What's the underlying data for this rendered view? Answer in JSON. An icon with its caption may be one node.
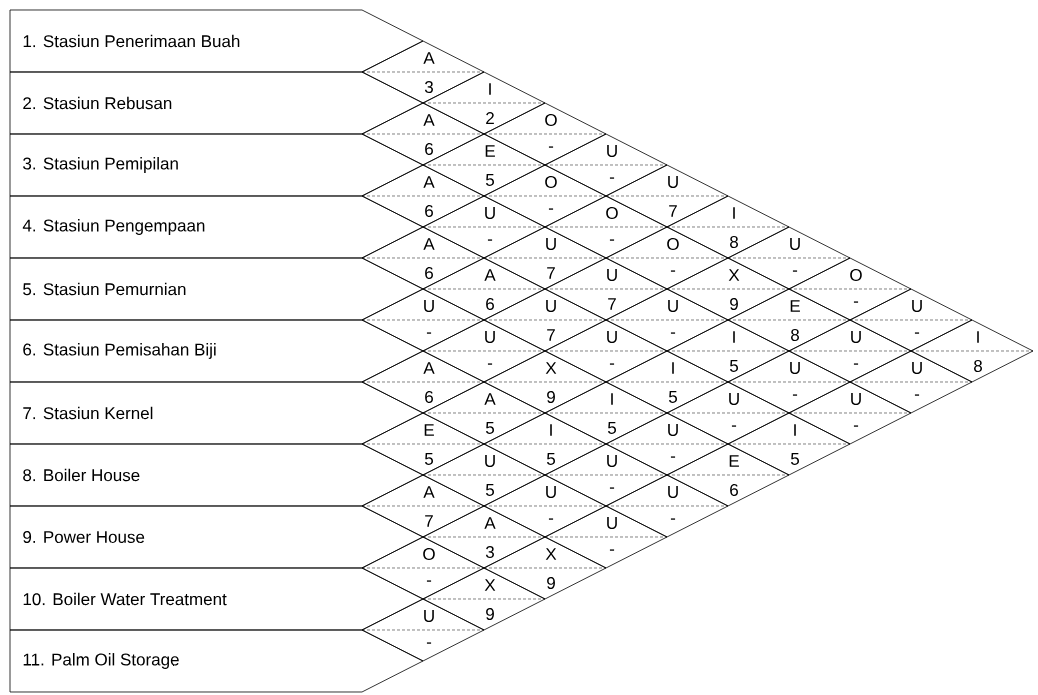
{
  "diagram": {
    "nodes": [
      {
        "text": [
          "1. Stasiun Penerimaan Buah"
        ]
      },
      {
        "text": [
          "2. Stasiun Rebusan"
        ]
      },
      {
        "text": [
          "3. Stasiun Pemipilan"
        ]
      },
      {
        "text": [
          "4. Stasiun Pengempaan"
        ]
      },
      {
        "text": [
          "5. Stasiun Pemurnian"
        ]
      },
      {
        "text": [
          "6. Stasiun Pemisahan Biji"
        ]
      },
      {
        "text": [
          "7. Stasiun Kernel"
        ]
      },
      {
        "text": [
          "8. Boiler House"
        ]
      },
      {
        "text": [
          "9. Power House"
        ]
      },
      {
        "text": [
          "10. Boiler Water Treatment"
        ]
      },
      {
        "text": [
          "11. Palm Oil Storage"
        ]
      },
      {
        "text": [
          "A",
          "3"
        ]
      },
      {
        "text": [
          "I",
          "2"
        ]
      },
      {
        "text": [
          "O",
          "-"
        ]
      },
      {
        "text": [
          "U",
          "-"
        ]
      },
      {
        "text": [
          "U",
          "7"
        ]
      },
      {
        "text": [
          "I",
          "8"
        ]
      },
      {
        "text": [
          "U",
          "-"
        ]
      },
      {
        "text": [
          "O",
          "-"
        ]
      },
      {
        "text": [
          "U",
          "-"
        ]
      },
      {
        "text": [
          "I",
          "8"
        ]
      },
      {
        "text": [
          "A",
          "6"
        ]
      },
      {
        "text": [
          "E",
          "5"
        ]
      },
      {
        "text": [
          "O",
          "-"
        ]
      },
      {
        "text": [
          "O",
          "-"
        ]
      },
      {
        "text": [
          "O",
          "-"
        ]
      },
      {
        "text": [
          "X",
          "9"
        ]
      },
      {
        "text": [
          "E",
          "8"
        ]
      },
      {
        "text": [
          "U",
          "-"
        ]
      },
      {
        "text": [
          "U",
          "-"
        ]
      },
      {
        "text": [
          "A",
          "6"
        ]
      },
      {
        "text": [
          "U",
          "-"
        ]
      },
      {
        "text": [
          "U",
          "7"
        ]
      },
      {
        "text": [
          "U",
          "7"
        ]
      },
      {
        "text": [
          "U",
          "-"
        ]
      },
      {
        "text": [
          "I",
          "5"
        ]
      },
      {
        "text": [
          "U",
          "-"
        ]
      },
      {
        "text": [
          "U",
          "-"
        ]
      },
      {
        "text": [
          "A",
          "6"
        ]
      },
      {
        "text": [
          "A",
          "6"
        ]
      },
      {
        "text": [
          "U",
          "7"
        ]
      },
      {
        "text": [
          "U",
          "-"
        ]
      },
      {
        "text": [
          "I",
          "5"
        ]
      },
      {
        "text": [
          "U",
          "-"
        ]
      },
      {
        "text": [
          "I",
          "5"
        ]
      },
      {
        "text": [
          "U",
          "-"
        ]
      },
      {
        "text": [
          "U",
          "-"
        ]
      },
      {
        "text": [
          "X",
          "9"
        ]
      },
      {
        "text": [
          "I",
          "5"
        ]
      },
      {
        "text": [
          "U",
          "-"
        ]
      },
      {
        "text": [
          "E",
          "6"
        ]
      },
      {
        "text": [
          "A",
          "6"
        ]
      },
      {
        "text": [
          "A",
          "5"
        ]
      },
      {
        "text": [
          "I",
          "5"
        ]
      },
      {
        "text": [
          "U",
          "-"
        ]
      },
      {
        "text": [
          "U",
          "-"
        ]
      },
      {
        "text": [
          "E",
          "5"
        ]
      },
      {
        "text": [
          "U",
          "5"
        ]
      },
      {
        "text": [
          "U",
          "-"
        ]
      },
      {
        "text": [
          "U",
          "-"
        ]
      },
      {
        "text": [
          "A",
          "7"
        ]
      },
      {
        "text": [
          "A",
          "3"
        ]
      },
      {
        "text": [
          "X",
          "9"
        ]
      },
      {
        "text": [
          "O",
          "-"
        ]
      },
      {
        "text": [
          "X",
          "9"
        ]
      },
      {
        "text": [
          "U",
          "-"
        ]
      }
    ]
  }
}
